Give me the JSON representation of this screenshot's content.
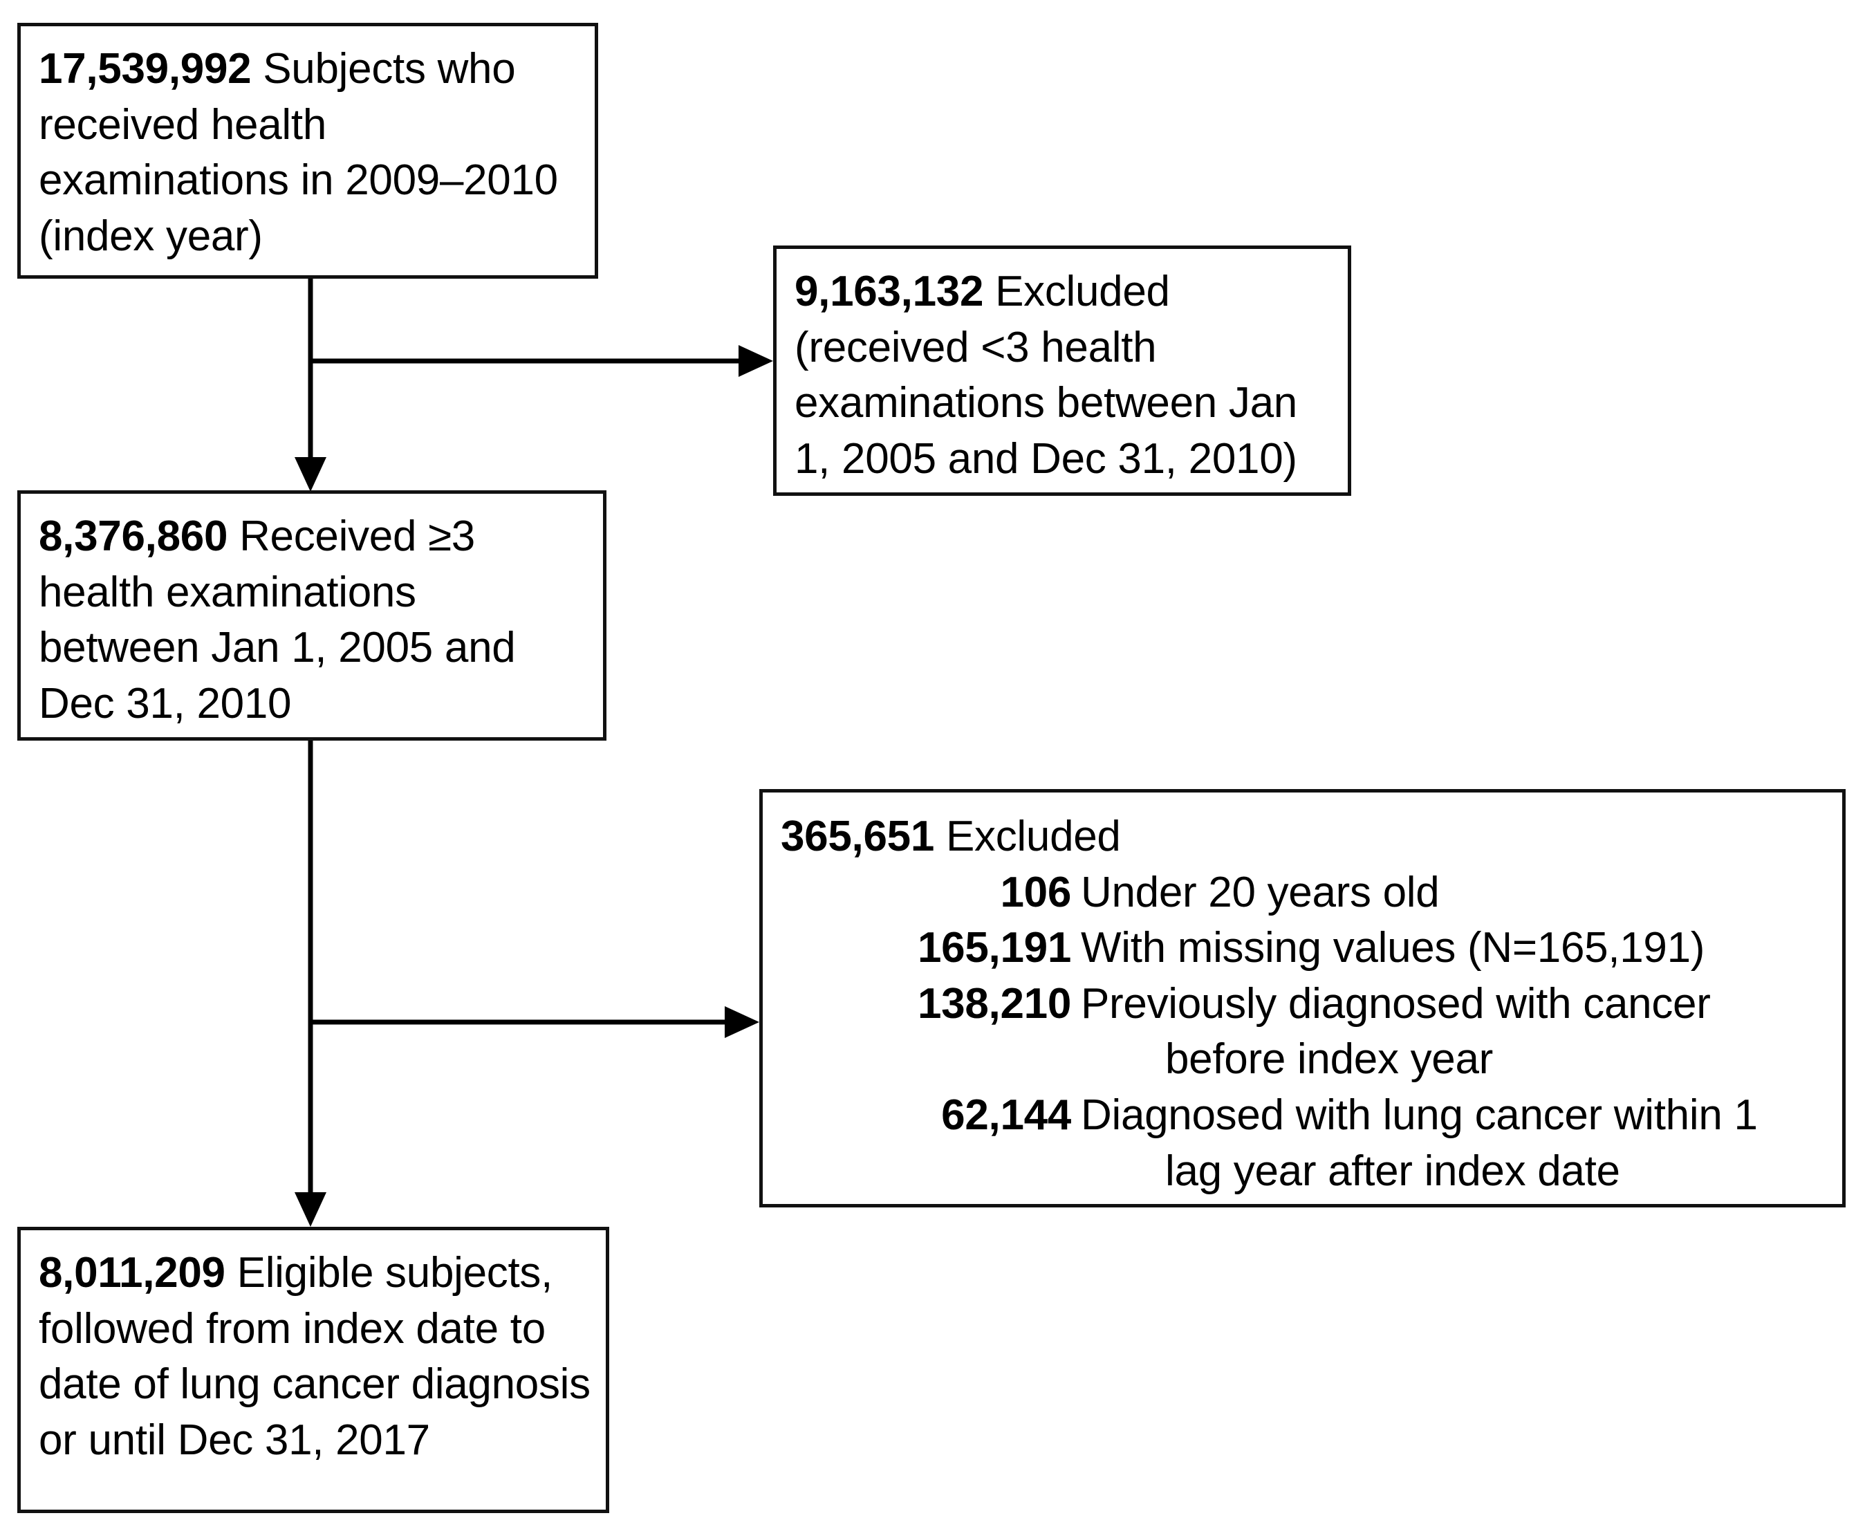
{
  "diagram": {
    "type": "flowchart",
    "title": "Study population selection flow",
    "orientation": "top-to-bottom with right-side exclusion branches",
    "nodes": [
      {
        "id": "enrolled",
        "name": "enrolled-subjects-box",
        "count": "17,539,992",
        "text": "Subjects who received health examinations in 2009–2010 (index year)"
      },
      {
        "id": "excluded-1",
        "name": "exclusion-box-fewer-than-three-exams",
        "count": "9,163,132",
        "text": "Excluded (received <3 health examinations between Jan 1, 2005 and Dec 31, 2010)"
      },
      {
        "id": "three-exams",
        "name": "three-or-more-exams-box",
        "count": "8,376,860",
        "text": "Received ≥3 health examinations between Jan 1, 2005 and Dec 31, 2010"
      },
      {
        "id": "excluded-2",
        "name": "exclusion-box-other-criteria",
        "count": "365,651",
        "text": "Excluded",
        "sub_items": [
          {
            "count": "106",
            "text": "Under 20 years old",
            "continuation": ""
          },
          {
            "count": "165,191",
            "text": "With missing values (N=165,191)",
            "continuation": ""
          },
          {
            "count": "138,210",
            "text": "Previously diagnosed with cancer",
            "continuation": "before index year"
          },
          {
            "count": "62,144",
            "text": "Diagnosed with lung cancer within 1",
            "continuation": "lag year after index date"
          }
        ]
      },
      {
        "id": "eligible",
        "name": "eligible-subjects-box",
        "count": "8,011,209",
        "text": "Eligible subjects, followed from index date to date of lung cancer diagnosis or until Dec 31, 2017"
      }
    ],
    "connectors": [
      {
        "name": "arrow-enrolled-to-excluded-1",
        "from": "enrolled",
        "to": "excluded-1",
        "direction": "right"
      },
      {
        "name": "arrow-enrolled-to-three-exams",
        "from": "enrolled",
        "to": "three-exams",
        "direction": "down"
      },
      {
        "name": "arrow-three-exams-to-excluded-2",
        "from": "three-exams",
        "to": "excluded-2",
        "direction": "right"
      },
      {
        "name": "arrow-three-exams-to-eligible",
        "from": "three-exams",
        "to": "eligible",
        "direction": "down"
      }
    ],
    "colors": {
      "background": "#ffffff",
      "box_border": "#111111",
      "text": "#000000",
      "connector": "#000000"
    }
  }
}
